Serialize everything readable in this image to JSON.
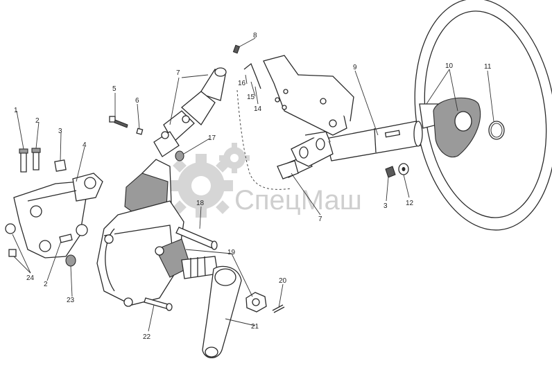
{
  "watermark": {
    "text": "СпецМаш",
    "color": "#cccccc"
  },
  "callouts": [
    {
      "id": "c1",
      "label": "1"
    },
    {
      "id": "c2a",
      "label": "2"
    },
    {
      "id": "c3a",
      "label": "3"
    },
    {
      "id": "c4",
      "label": "4"
    },
    {
      "id": "c5",
      "label": "5"
    },
    {
      "id": "c6",
      "label": "6"
    },
    {
      "id": "c7a",
      "label": "7"
    },
    {
      "id": "c8",
      "label": "8"
    },
    {
      "id": "c9",
      "label": "9"
    },
    {
      "id": "c10",
      "label": "10"
    },
    {
      "id": "c11",
      "label": "11"
    },
    {
      "id": "c12",
      "label": "12"
    },
    {
      "id": "c3b",
      "label": "3"
    },
    {
      "id": "c7b",
      "label": "7"
    },
    {
      "id": "c14",
      "label": "14"
    },
    {
      "id": "c15",
      "label": "15"
    },
    {
      "id": "c16",
      "label": "16"
    },
    {
      "id": "c17",
      "label": "17"
    },
    {
      "id": "c18",
      "label": "18"
    },
    {
      "id": "c19",
      "label": "19"
    },
    {
      "id": "c20",
      "label": "20"
    },
    {
      "id": "c21",
      "label": "21"
    },
    {
      "id": "c22",
      "label": "22"
    },
    {
      "id": "c23",
      "label": "23"
    },
    {
      "id": "c24",
      "label": "24"
    },
    {
      "id": "c2b",
      "label": "2"
    }
  ]
}
